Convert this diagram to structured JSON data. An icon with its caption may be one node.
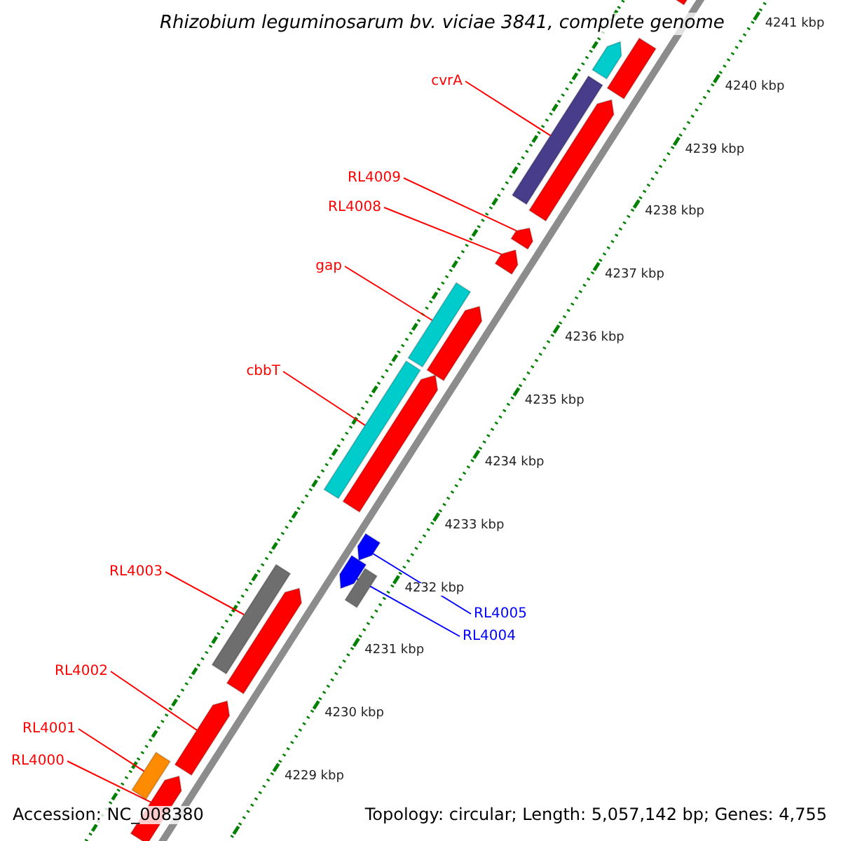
{
  "diagram": {
    "title": "Rhizobium leguminosarum bv. viciae 3841, complete genome",
    "nodes": [
      {
        "text": [
          "cvrA"
        ]
      },
      {
        "text": [
          "RL4009"
        ]
      },
      {
        "text": [
          "RL4008"
        ]
      },
      {
        "text": [
          "gap"
        ]
      },
      {
        "text": [
          "cbbT"
        ]
      },
      {
        "text": [
          "RL4003"
        ]
      },
      {
        "text": [
          "RL4002"
        ]
      },
      {
        "text": [
          "RL4001"
        ]
      },
      {
        "text": [
          "RL4000"
        ]
      },
      {
        "text": [
          "RL4005"
        ]
      },
      {
        "text": [
          "RL4004"
        ]
      },
      {
        "text": [],
        "shape": "bar"
      },
      {
        "text": [],
        "shape": "arrow"
      },
      {
        "text": [],
        "shape": "arrow"
      },
      {
        "text": [],
        "shape": "bar"
      },
      {
        "text": [],
        "shape": "bar"
      },
      {
        "text": [],
        "shape": "bar"
      },
      {
        "text": [],
        "shape": "arrow"
      },
      {
        "text": [],
        "shape": "bar"
      },
      {
        "text": [],
        "shape": "arrow"
      },
      {
        "text": [],
        "shape": "arrow"
      },
      {
        "text": [],
        "shape": "arrow"
      },
      {
        "text": [],
        "shape": "arrow"
      },
      {
        "text": [],
        "shape": "bar"
      },
      {
        "text": [],
        "shape": "arrow"
      },
      {
        "text": [],
        "shape": "arrow"
      },
      {
        "text": [],
        "shape": "arrow"
      },
      {
        "text": [],
        "shape": "arrow"
      },
      {
        "text": [],
        "shape": "arrow"
      },
      {
        "text": [],
        "shape": "bar"
      }
    ],
    "edges": [
      {
        "from": 0,
        "to": 11,
        "arrow": "none"
      },
      {
        "from": 1,
        "to": 12,
        "arrow": "none"
      },
      {
        "from": 2,
        "to": 13,
        "arrow": "none"
      },
      {
        "from": 3,
        "to": 14,
        "arrow": "none"
      },
      {
        "from": 4,
        "to": 15,
        "arrow": "none"
      },
      {
        "from": 5,
        "to": 16,
        "arrow": "none"
      },
      {
        "from": 6,
        "to": 17,
        "arrow": "none"
      },
      {
        "from": 7,
        "to": 18,
        "arrow": "none"
      },
      {
        "from": 8,
        "to": 19,
        "arrow": "none"
      },
      {
        "from": 9,
        "to": 20,
        "arrow": "none",
        "color": "#0000ff"
      },
      {
        "from": 10,
        "to": 21,
        "arrow": "none",
        "color": "#0000ff"
      }
    ],
    "labels": [
      "4241 kbp",
      "4240 kbp",
      "4239 kbp",
      "4238 kbp",
      "4237 kbp",
      "4236 kbp",
      "4235 kbp",
      "4234 kbp",
      "4233 kbp",
      "4232 kbp",
      "4231 kbp",
      "4230 kbp",
      "4229 kbp",
      "Accession: NC_008380",
      "Topology: circular; Length: 5,057,142 bp; Genes: 4,755"
    ]
  }
}
